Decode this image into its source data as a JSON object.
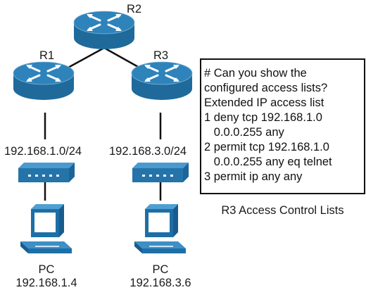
{
  "routers": {
    "r1": {
      "label": "R1"
    },
    "r2": {
      "label": "R2"
    },
    "r3": {
      "label": "R3"
    }
  },
  "networks": {
    "left": {
      "subnet": "192.168.1.0/24",
      "pc_label": "PC",
      "pc_ip": "192.168.1.4"
    },
    "right": {
      "subnet": "192.168.3.0/24",
      "pc_label": "PC",
      "pc_ip": "192.168.3.6"
    }
  },
  "acl_box": {
    "lines": [
      "# Can you show the",
      "configured access lists?",
      "Extended IP access list",
      "1 deny tcp 192.168.1.0",
      "   0.0.0.255 any",
      "2 permit tcp 192.168.1.0",
      "   0.0.0.255 any eq telnet",
      "3 permit ip any any"
    ],
    "caption": "R3 Access Control Lists"
  },
  "colors": {
    "router_top": "#2b7db3",
    "router_side": "#1f6a9b",
    "switch_top": "#3a8bc2",
    "switch_side": "#2273a8",
    "pc_body": "#1e6fa6",
    "line": "#111111"
  }
}
